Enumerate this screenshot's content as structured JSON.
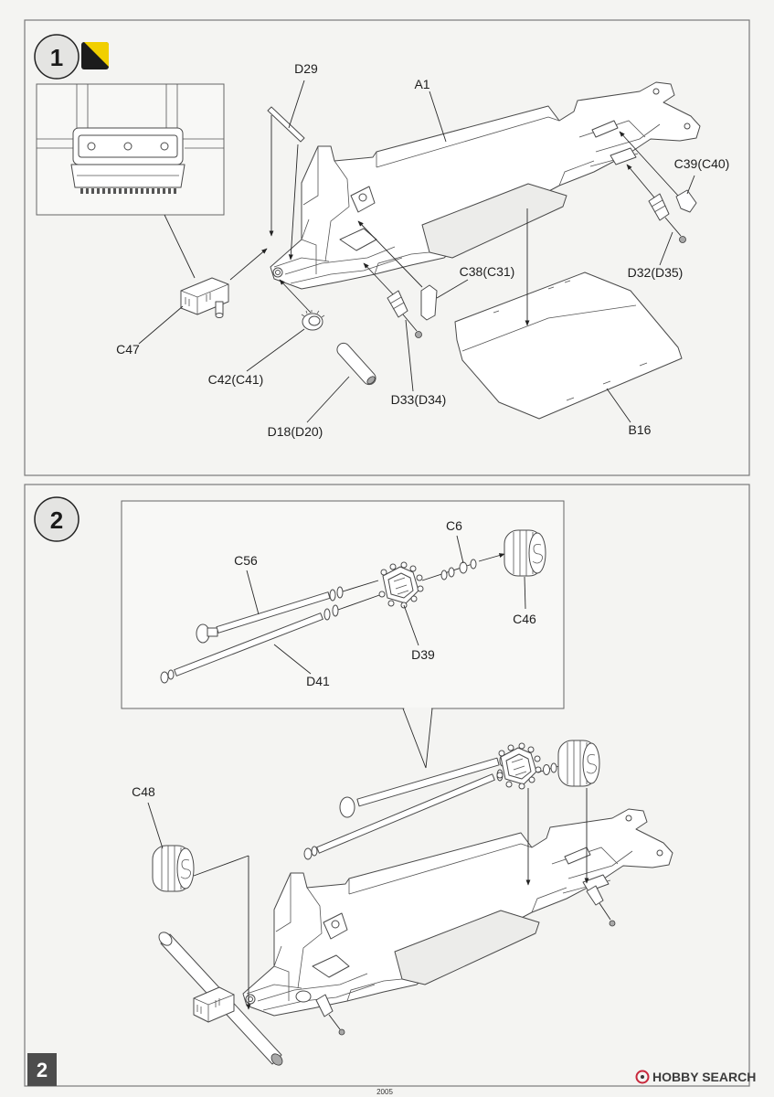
{
  "step1": {
    "number": "1",
    "paint_icon": {
      "color_a": "#f1cf00",
      "color_b": "#1c1c1c"
    },
    "labels": {
      "d29": "D29",
      "a1": "A1",
      "c39_c40": "C39(C40)",
      "c38_c31": "C38(C31)",
      "d32_d35": "D32(D35)",
      "c47": "C47",
      "c42_c41": "C42(C41)",
      "d33_d34": "D33(D34)",
      "d18_d20": "D18(D20)",
      "b16": "B16"
    }
  },
  "step2": {
    "number": "2",
    "labels": {
      "c6": "C6",
      "c56": "C56",
      "c46": "C46",
      "d39": "D39",
      "d41": "D41",
      "c48": "C48"
    }
  },
  "footer": {
    "page_number": "2",
    "print_code": "2005",
    "watermark": "HOBBY SEARCH",
    "watermark_logo_color": "#c8283c"
  }
}
